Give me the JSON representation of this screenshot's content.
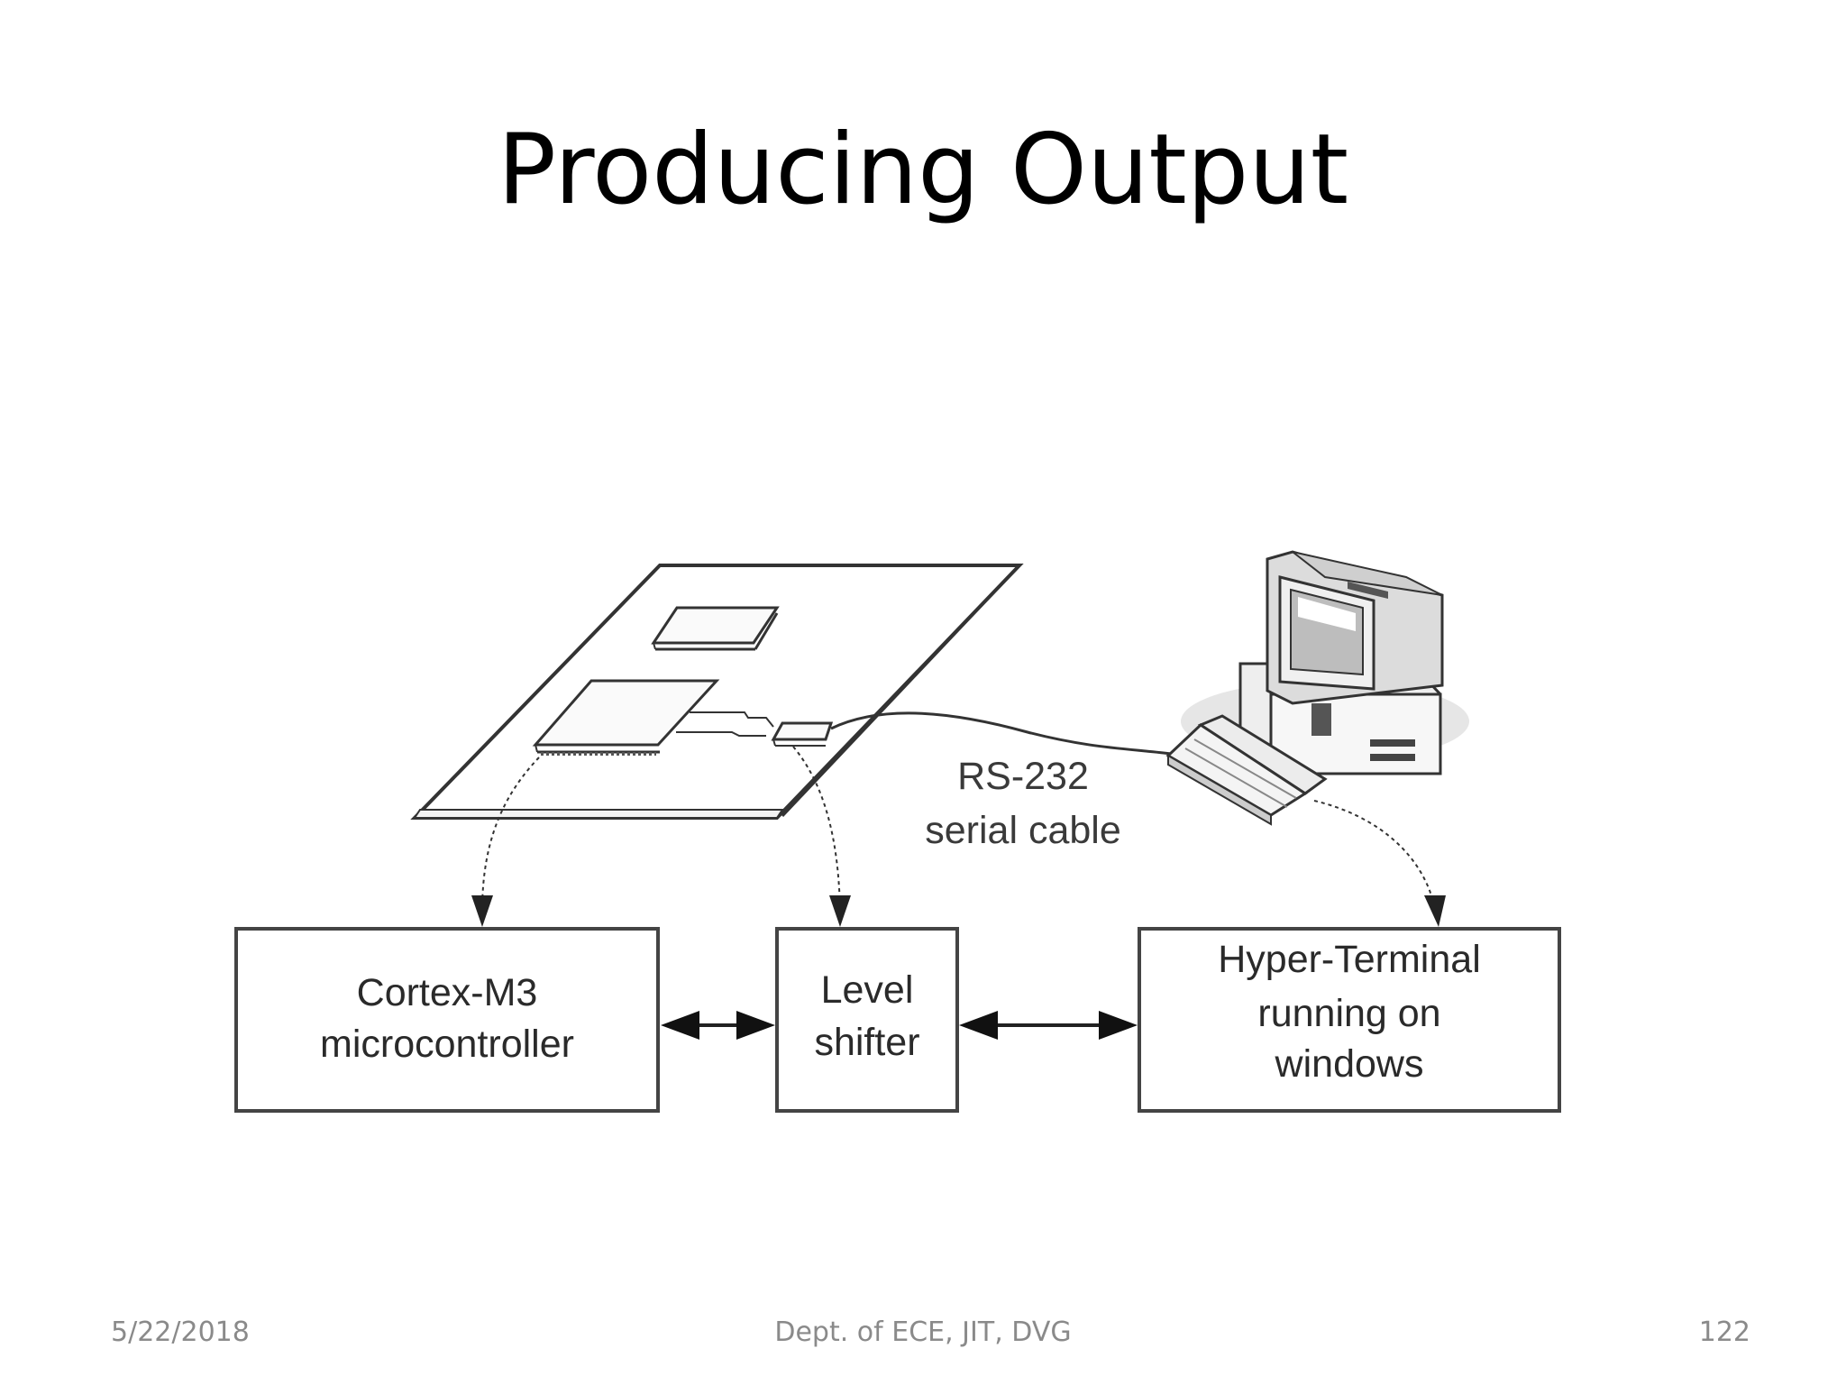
{
  "slide": {
    "title": "Producing Output"
  },
  "diagram": {
    "cable_label_line1": "RS-232",
    "cable_label_line2": "serial cable",
    "boxes": [
      {
        "line1": "Cortex-M3",
        "line2": "microcontroller"
      },
      {
        "line1": "Level",
        "line2": "shifter"
      },
      {
        "line1": "Hyper-Terminal",
        "line2": "running on",
        "line3": "windows"
      }
    ]
  },
  "footer": {
    "date": "5/22/2018",
    "center": "Dept. of ECE, JIT, DVG",
    "page": "122"
  },
  "colors": {
    "line": "#333333",
    "box_border": "#444444",
    "footer_text": "#8a8a8a"
  },
  "icons": [
    "circuit-board-icon",
    "desktop-computer-icon",
    "keyboard-icon"
  ]
}
